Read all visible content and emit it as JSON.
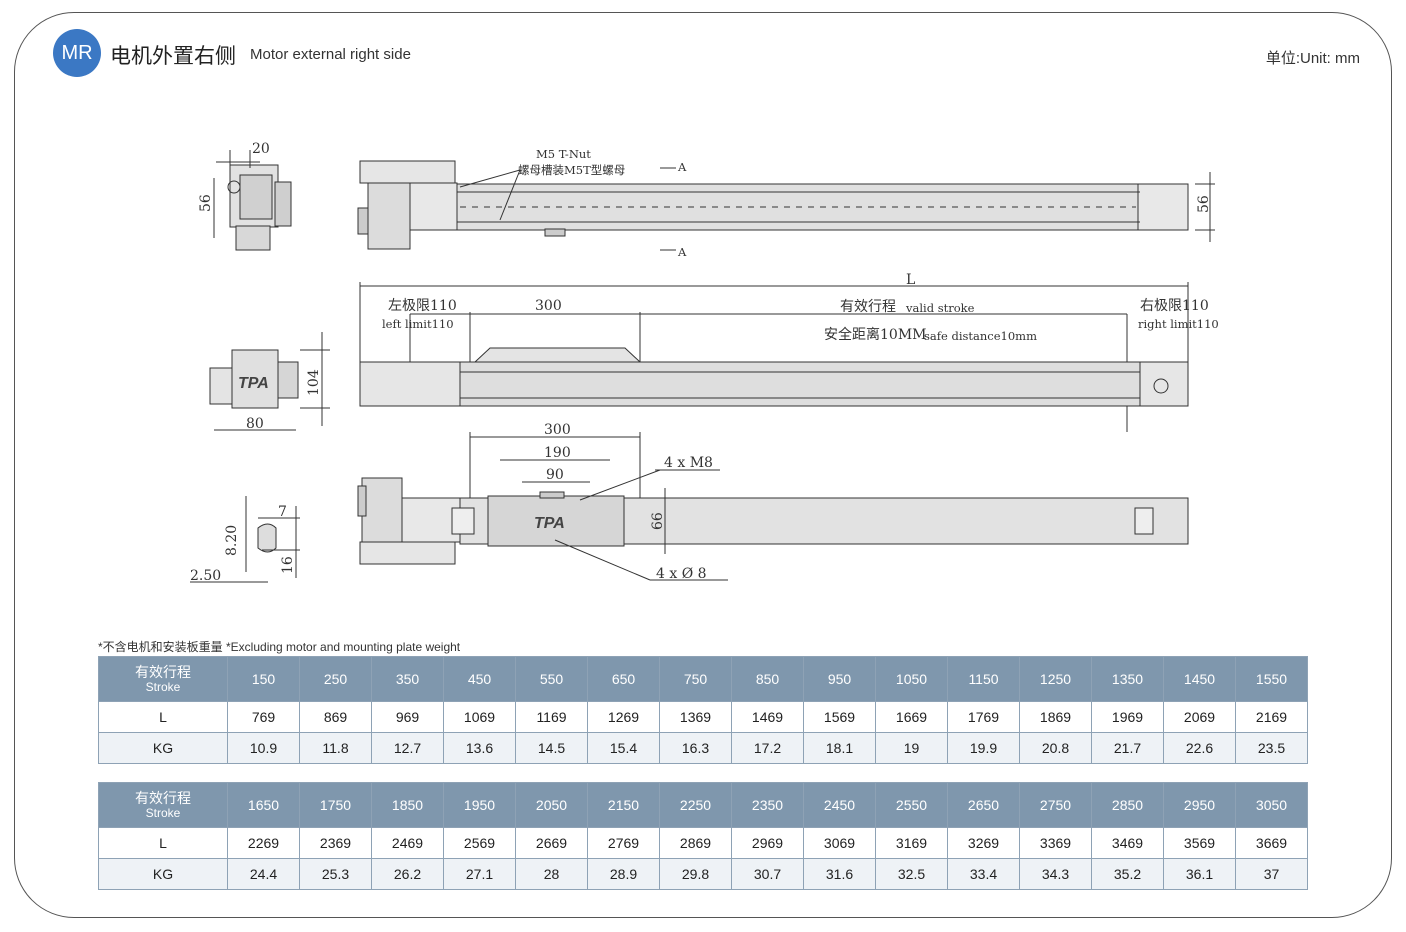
{
  "header": {
    "badge": "MR",
    "title_cn": "电机外置右侧",
    "title_en": "Motor external right side",
    "unit": "单位:Unit: mm"
  },
  "drawing": {
    "side_width_top": "20",
    "side_height": "56",
    "tnut_en": "M5 T-Nut",
    "tnut_cn": "螺母槽装M5T型螺母",
    "section_a": "A",
    "top_height_right": "56",
    "length_L": "L",
    "left_limit_cn": "左极限110",
    "left_limit_en": "left limit110",
    "carriage_300": "300",
    "valid_stroke_cn": "有效行程",
    "valid_stroke_en": "valid stroke",
    "safe_cn": "安全距离10MM",
    "safe_en": "safe distance10mm",
    "right_limit_cn": "右极限110",
    "right_limit_en": "right limit110",
    "end_height": "104",
    "end_width": "80",
    "logo": "TPA",
    "dim_300": "300",
    "dim_190": "190",
    "dim_90": "90",
    "holes_m8": "4 x  M8",
    "dim_66": "66",
    "holes_d8": "4 x  Ø 8",
    "slot_7": "7",
    "slot_8_20": "8.20",
    "slot_16": "16",
    "slot_2_50": "2.50"
  },
  "note": "*不含电机和安装板重量  *Excluding motor and mounting plate weight",
  "tables": [
    {
      "head_cn": "有效行程",
      "head_en": "Stroke",
      "row_l_label": "L",
      "row_kg_label": "KG",
      "stroke": [
        "150",
        "250",
        "350",
        "450",
        "550",
        "650",
        "750",
        "850",
        "950",
        "1050",
        "1150",
        "1250",
        "1350",
        "1450",
        "1550"
      ],
      "L": [
        "769",
        "869",
        "969",
        "1069",
        "1169",
        "1269",
        "1369",
        "1469",
        "1569",
        "1669",
        "1769",
        "1869",
        "1969",
        "2069",
        "2169"
      ],
      "KG": [
        "10.9",
        "11.8",
        "12.7",
        "13.6",
        "14.5",
        "15.4",
        "16.3",
        "17.2",
        "18.1",
        "19",
        "19.9",
        "20.8",
        "21.7",
        "22.6",
        "23.5"
      ]
    },
    {
      "head_cn": "有效行程",
      "head_en": "Stroke",
      "row_l_label": "L",
      "row_kg_label": "KG",
      "stroke": [
        "1650",
        "1750",
        "1850",
        "1950",
        "2050",
        "2150",
        "2250",
        "2350",
        "2450",
        "2550",
        "2650",
        "2750",
        "2850",
        "2950",
        "3050"
      ],
      "L": [
        "2269",
        "2369",
        "2469",
        "2569",
        "2669",
        "2769",
        "2869",
        "2969",
        "3069",
        "3169",
        "3269",
        "3369",
        "3469",
        "3569",
        "3669"
      ],
      "KG": [
        "24.4",
        "25.3",
        "26.2",
        "27.1",
        "28",
        "28.9",
        "29.8",
        "30.7",
        "31.6",
        "32.5",
        "33.4",
        "34.3",
        "35.2",
        "36.1",
        "37"
      ]
    }
  ]
}
